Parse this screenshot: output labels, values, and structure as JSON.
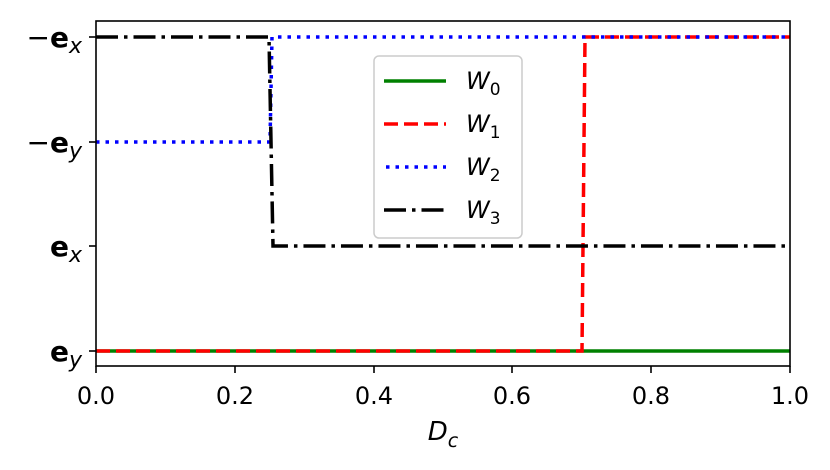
{
  "chart_data": {
    "type": "line",
    "title": "",
    "xlabel": "D_c",
    "ylabel": "",
    "xlim": [
      0.0,
      1.0
    ],
    "x_ticks": [
      "0.0",
      "0.2",
      "0.4",
      "0.6",
      "0.8",
      "1.0"
    ],
    "y_categories": [
      "e_y",
      "e_x",
      "-e_y",
      "-e_x"
    ],
    "y_tick_labels": [
      {
        "sign": "",
        "base": "e",
        "sub": "y"
      },
      {
        "sign": "",
        "base": "e",
        "sub": "x"
      },
      {
        "sign": "−",
        "base": "e",
        "sub": "y"
      },
      {
        "sign": "−",
        "base": "e",
        "sub": "x"
      }
    ],
    "grid": false,
    "legend_position": "upper center",
    "series": [
      {
        "name": "W_0",
        "label_base": "W",
        "label_sub": "0",
        "color": "#008000",
        "style": "solid",
        "x": [
          0.0,
          1.0
        ],
        "y": [
          "e_y",
          "e_y"
        ]
      },
      {
        "name": "W_1",
        "label_base": "W",
        "label_sub": "1",
        "color": "#ff0000",
        "style": "dashed",
        "x": [
          0.0,
          0.7,
          0.7,
          1.0
        ],
        "y": [
          "e_y",
          "e_y",
          "-e_x",
          "-e_x"
        ]
      },
      {
        "name": "W_2",
        "label_base": "W",
        "label_sub": "2",
        "color": "#0000ff",
        "style": "dotted",
        "x": [
          0.0,
          0.25,
          0.25,
          1.0
        ],
        "y": [
          "-e_y",
          "-e_y",
          "-e_x",
          "-e_x"
        ]
      },
      {
        "name": "W_3",
        "label_base": "W",
        "label_sub": "3",
        "color": "#000000",
        "style": "dashdot",
        "x": [
          0.0,
          0.25,
          0.255,
          1.0
        ],
        "y": [
          "-e_x",
          "-e_x",
          "e_x",
          "e_x"
        ]
      }
    ]
  },
  "axis": {
    "xlabel_base": "D",
    "xlabel_sub": "c",
    "x_ticks": [
      "0.0",
      "0.2",
      "0.4",
      "0.6",
      "0.8",
      "1.0"
    ],
    "y_ticks": [
      {
        "sign": "−",
        "base": "e",
        "sub": "x"
      },
      {
        "sign": "−",
        "base": "e",
        "sub": "y"
      },
      {
        "sign": "",
        "base": "e",
        "sub": "x"
      },
      {
        "sign": "",
        "base": "e",
        "sub": "y"
      }
    ]
  },
  "legend": {
    "items": [
      {
        "base": "W",
        "sub": "0"
      },
      {
        "base": "W",
        "sub": "1"
      },
      {
        "base": "W",
        "sub": "2"
      },
      {
        "base": "W",
        "sub": "3"
      }
    ]
  }
}
